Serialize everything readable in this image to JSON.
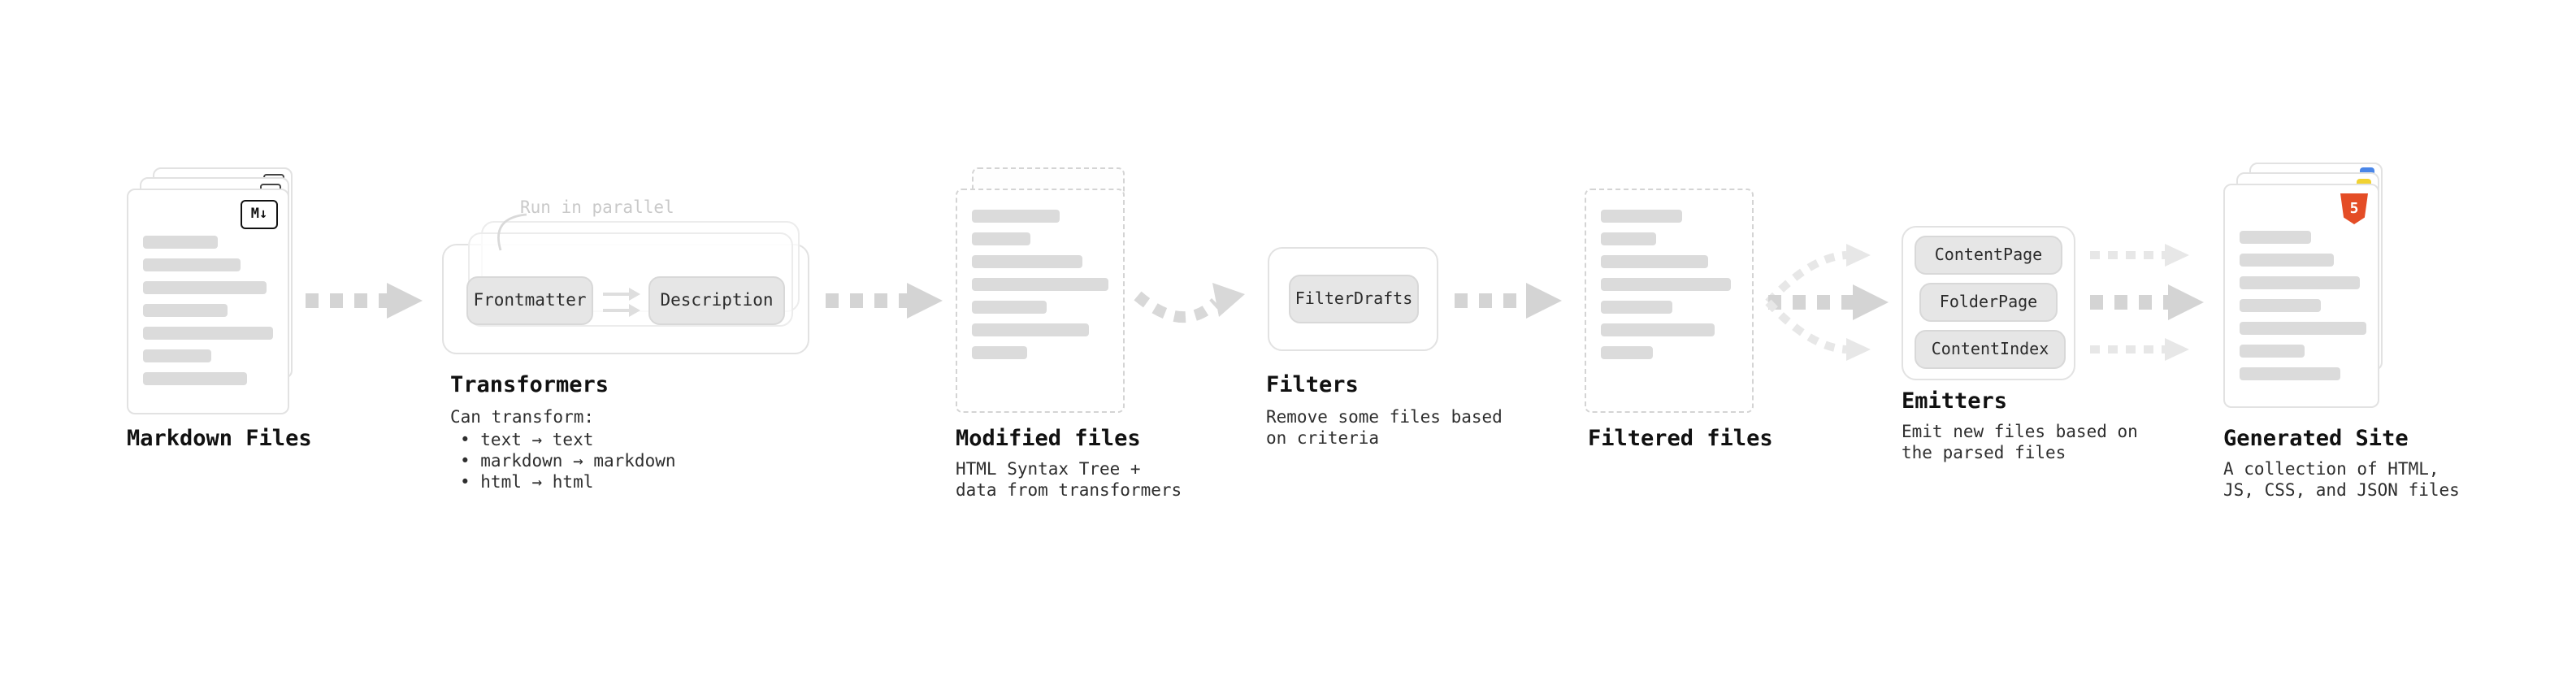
{
  "diagram": {
    "markdown_files": {
      "label": "Markdown Files",
      "badge": "M↓"
    },
    "transformers": {
      "label": "Transformers",
      "annotation": "Run in parallel",
      "box1": "Frontmatter",
      "box2": "Description",
      "desc_title": "Can transform:",
      "bullet1": "• text → text",
      "bullet2": "• markdown → markdown",
      "bullet3": "• html → html"
    },
    "modified_files": {
      "label": "Modified files",
      "sub1": "HTML Syntax Tree +",
      "sub2": "data from transformers"
    },
    "filters": {
      "label": "Filters",
      "box": "FilterDrafts",
      "sub1": "Remove some files based",
      "sub2": "on criteria"
    },
    "filtered_files": {
      "label": "Filtered files"
    },
    "emitters": {
      "label": "Emitters",
      "box1": "ContentPage",
      "box2": "FolderPage",
      "box3": "ContentIndex",
      "sub1": "Emit new files based on",
      "sub2": "the parsed files"
    },
    "generated_site": {
      "label": "Generated Site",
      "badge": "5",
      "sub1": "A collection of HTML,",
      "sub2": "JS, CSS, and JSON files"
    }
  },
  "colors": {
    "arrow_bold": "#d4d4d4",
    "arrow_faint": "#e7e7e7",
    "bar_gray": "#dbdbdb",
    "chip_fill": "#e6e6e6",
    "html5_orange": "#e44d26"
  }
}
